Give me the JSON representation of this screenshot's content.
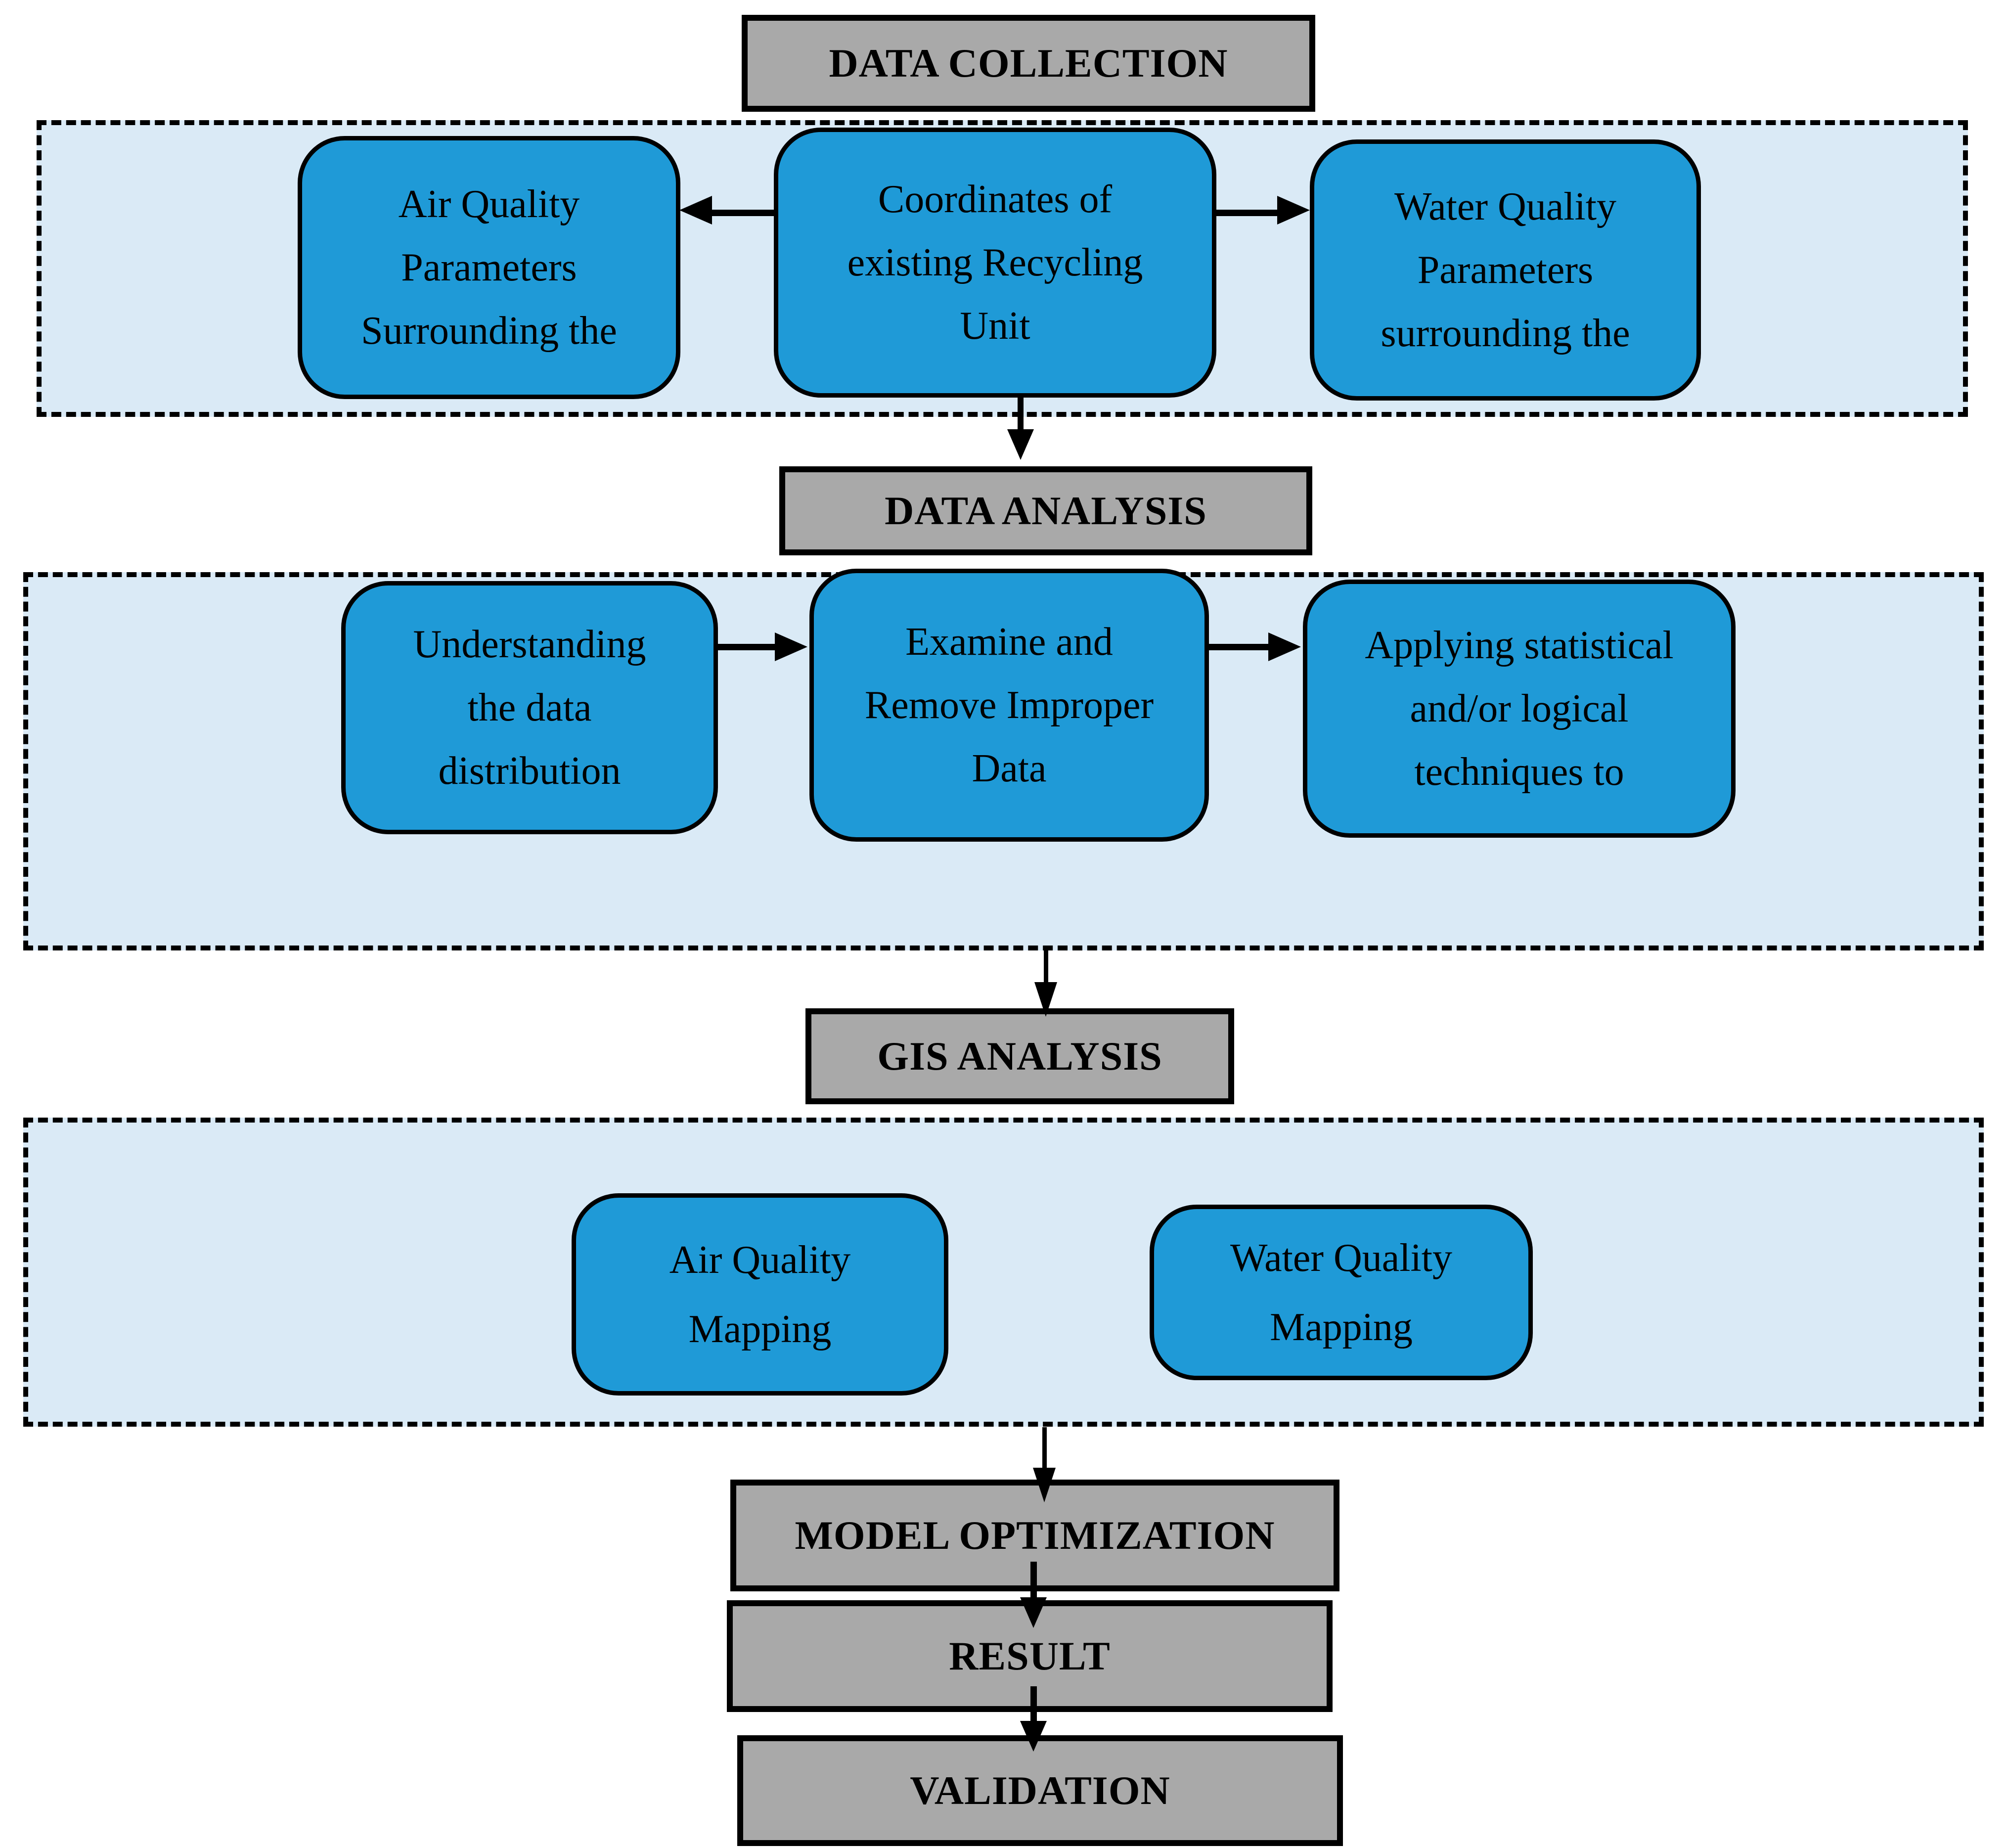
{
  "palette": {
    "node_blue": "#1F9AD7",
    "container_blue": "#DAEAF6",
    "header_gray": "#A9A9A9",
    "ink_black": "#000000",
    "page_bg": "#FFFFFF"
  },
  "headers": {
    "data_collection": "DATA COLLECTION",
    "data_analysis": "DATA ANALYSIS",
    "gis_analysis": "GIS ANALYSIS",
    "model_optimization": "MODEL OPTIMIZATION",
    "result": "RESULT",
    "validation": "VALIDATION"
  },
  "data_collection_row": {
    "air_quality": [
      "Air Quality",
      "Parameters",
      "Surrounding the"
    ],
    "coordinates": [
      "Coordinates of",
      "existing Recycling",
      "Unit"
    ],
    "water_quality": [
      "Water Quality",
      "Parameters",
      "surrounding the"
    ]
  },
  "data_analysis_row": {
    "understanding": [
      "Understanding",
      "the data",
      "distribution"
    ],
    "examine": [
      "Examine and",
      "Remove Improper",
      "Data"
    ],
    "applying": [
      "Applying statistical",
      "and/or logical",
      "techniques to"
    ]
  },
  "gis_analysis_row": {
    "air_mapping": [
      "Air Quality",
      "Mapping"
    ],
    "water_mapping": [
      "Water Quality",
      "Mapping"
    ]
  }
}
